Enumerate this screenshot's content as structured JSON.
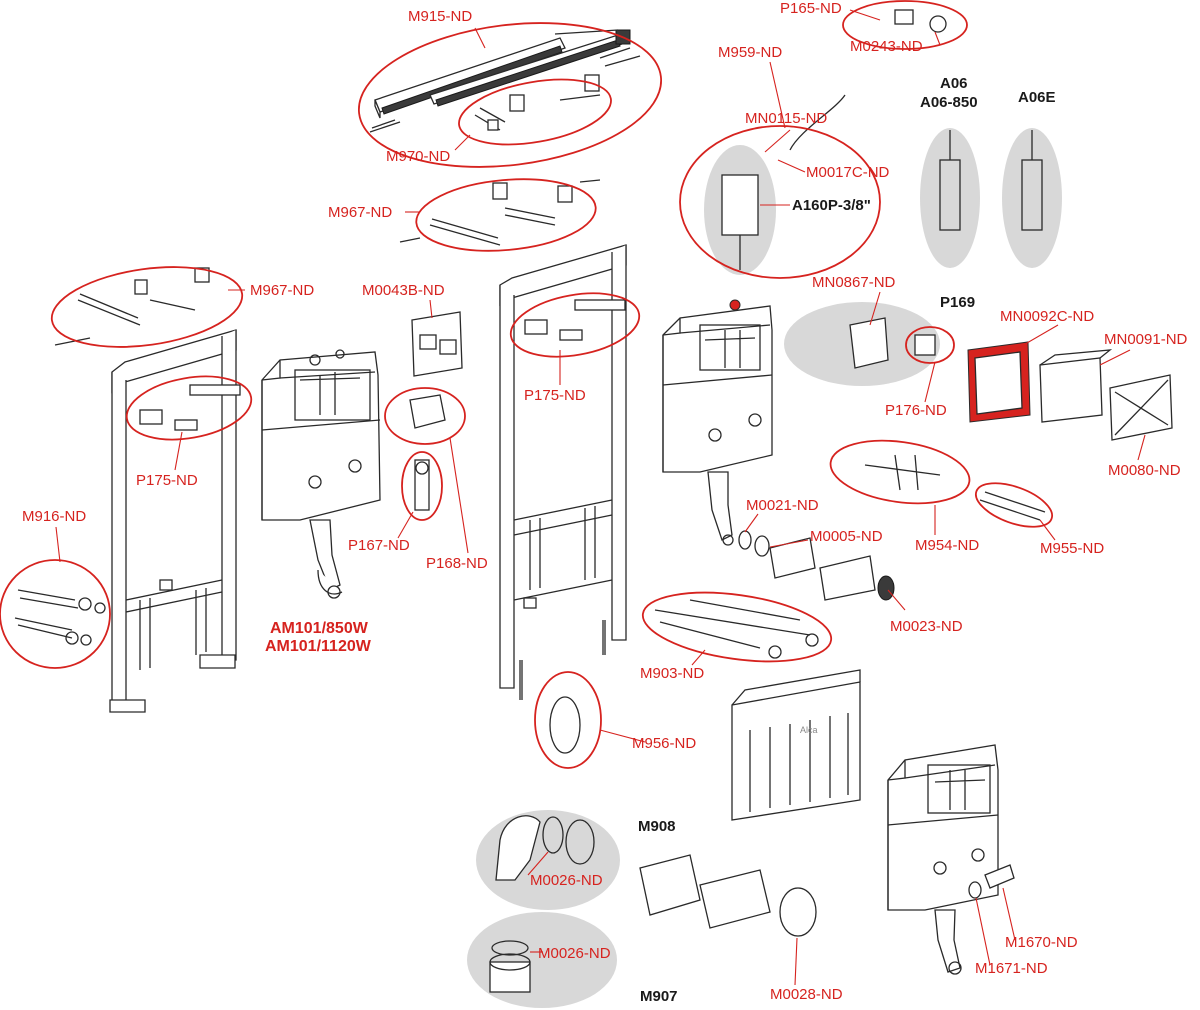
{
  "colors": {
    "accent": "#d6231f",
    "outline": "#2a2a2a",
    "shade": "#d6d6d6"
  },
  "models": {
    "line1": "AM101/850W",
    "line2": "AM101/1120W"
  },
  "labels": {
    "m915": "M915-ND",
    "m970": "M970-ND",
    "m967a": "M967-ND",
    "m967b": "M967-ND",
    "p165": "P165-ND",
    "m0243": "M0243-ND",
    "m959": "M959-ND",
    "mn0115": "MN0115-ND",
    "m0017c": "M0017C-ND",
    "a160p": "A160P-3/8\"",
    "a06": "A06",
    "a06_850": "A06-850",
    "a06e": "A06E",
    "m0043b": "M0043B-ND",
    "p175a": "P175-ND",
    "p175b": "P175-ND",
    "mn0867": "MN0867-ND",
    "p169": "P169",
    "mn0092c": "MN0092C-ND",
    "mn0091": "MN0091-ND",
    "p176": "P176-ND",
    "m0080": "M0080-ND",
    "m916": "M916-ND",
    "p167": "P167-ND",
    "p168": "P168-ND",
    "m0021": "M0021-ND",
    "m0005": "M0005-ND",
    "m954": "M954-ND",
    "m955": "M955-ND",
    "m0023": "M0023-ND",
    "m903": "M903-ND",
    "m956": "M956-ND",
    "m908": "M908",
    "m0026a": "M0026-ND",
    "m0026b": "M0026-ND",
    "m907": "M907",
    "m0028": "M0028-ND",
    "m1670": "M1670-ND",
    "m1671": "M1671-ND",
    "alca": "Alca"
  }
}
